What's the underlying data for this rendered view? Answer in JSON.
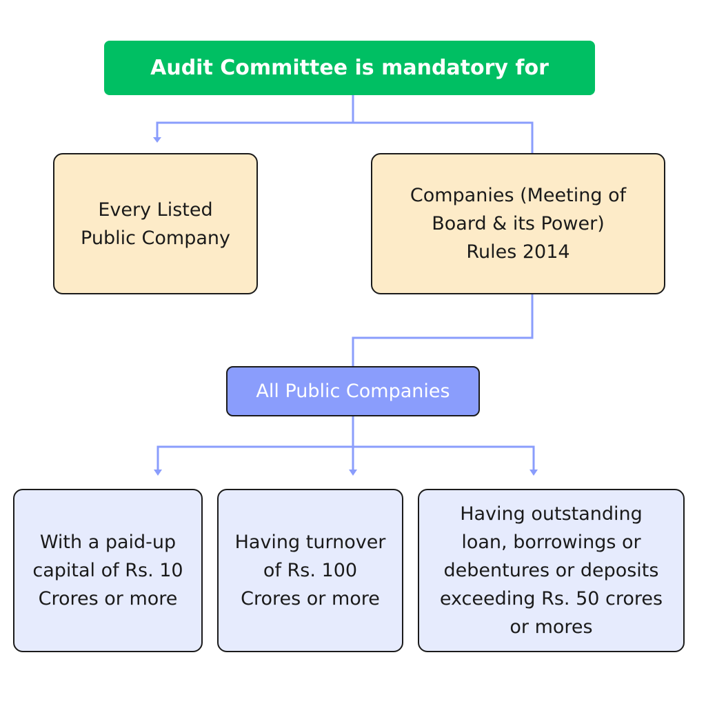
{
  "root": {
    "label": "Audit Committee is mandatory for"
  },
  "branches": {
    "listed": {
      "label": "Every Listed\nPublic Company"
    },
    "rules": {
      "label": "Companies (Meeting of\nBoard & its Power)\nRules 2014"
    }
  },
  "public_node": {
    "label": "All Public Companies"
  },
  "criteria": [
    {
      "label": "With a paid-up\ncapital of Rs. 10\nCrores or more"
    },
    {
      "label": "Having turnover\nof Rs. 100\nCrores or more"
    },
    {
      "label": "Having outstanding\nloan, borrowings or\ndebentures or deposits\nexceeding Rs. 50 crores\nor mores"
    }
  ],
  "colors": {
    "root_fill": "#00bf63",
    "branch_fill": "#fdebc8",
    "public_fill": "#8a9dfc",
    "criteria_fill": "#e6ebfd",
    "connector": "#8a9dfc"
  }
}
